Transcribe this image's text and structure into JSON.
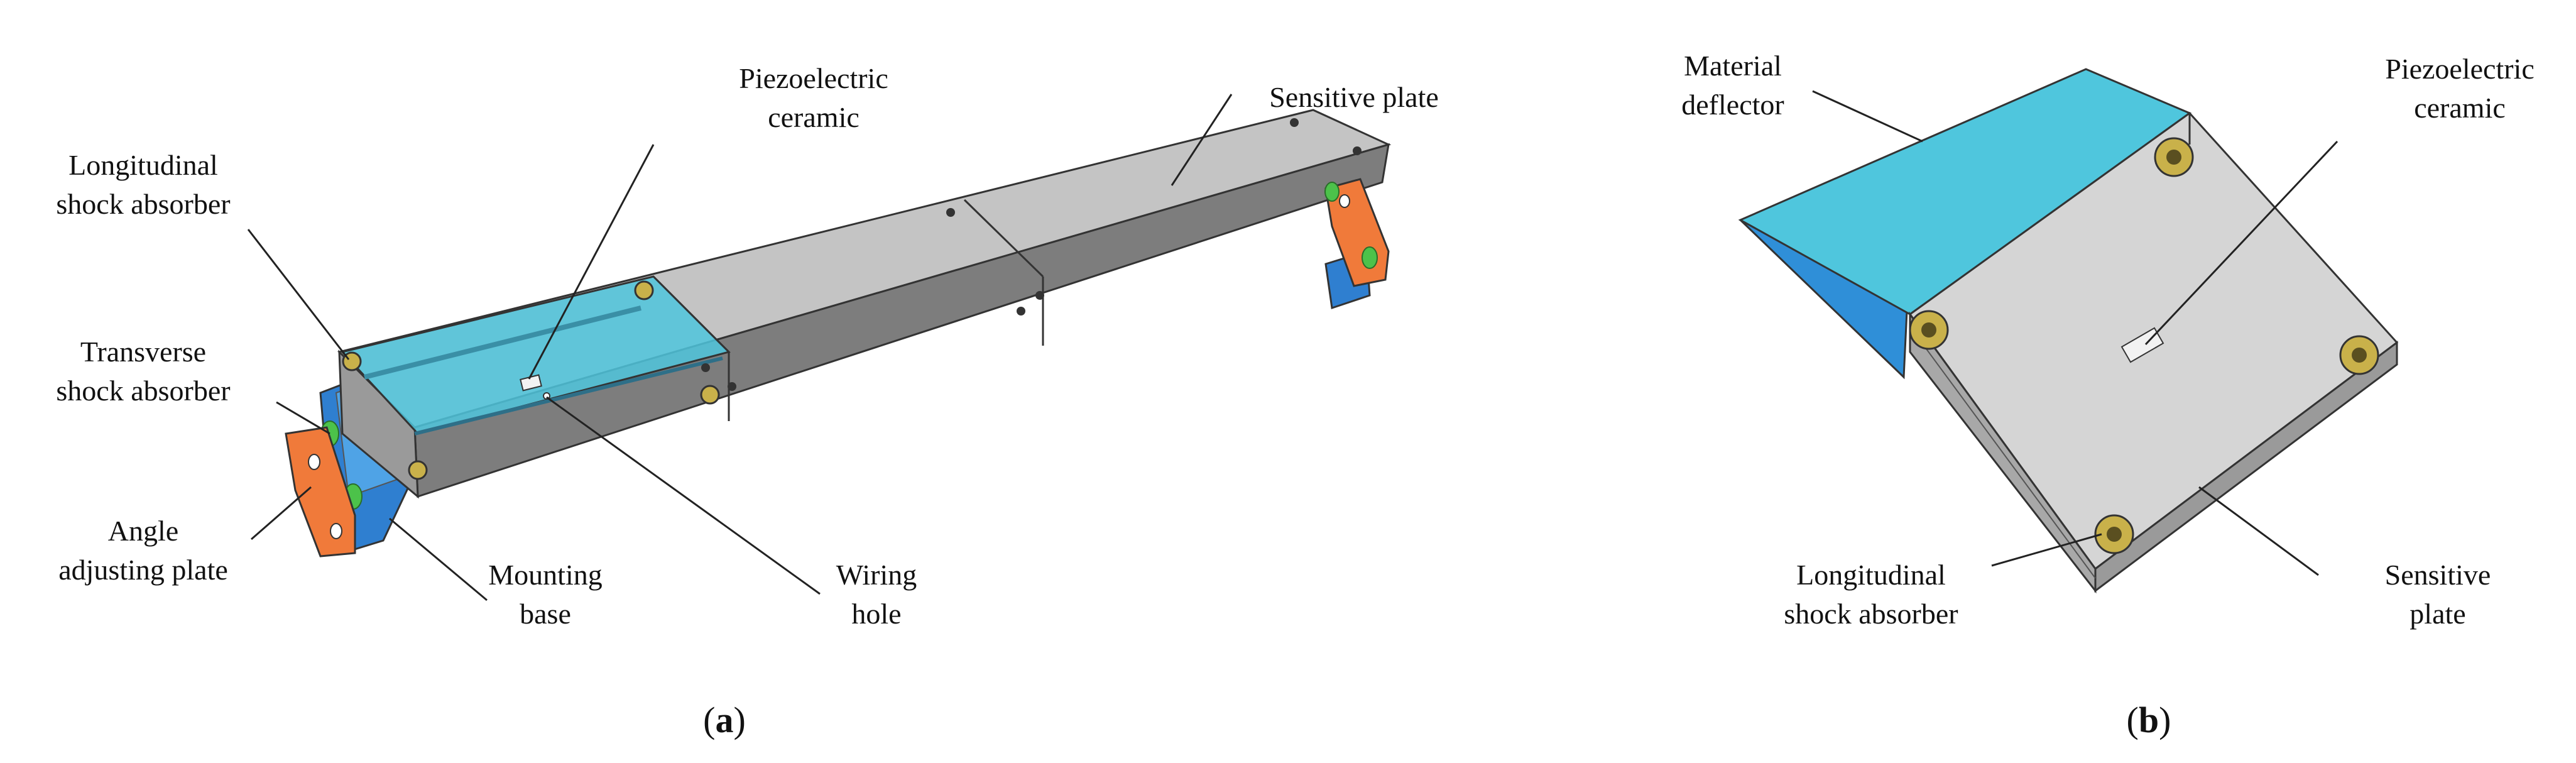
{
  "figure": {
    "panel_a": {
      "labels": {
        "piezo_line1": "Piezoelectric",
        "piezo_line2": "ceramic",
        "sensitive_plate": "Sensitive plate",
        "longitudinal_line1": "Longitudinal",
        "longitudinal_line2": "shock absorber",
        "transverse_line1": "Transverse",
        "transverse_line2": "shock absorber",
        "angle_line1": "Angle",
        "angle_line2": "adjusting plate",
        "mounting_line1": "Mounting",
        "mounting_line2": "base",
        "wiring_line1": "Wiring",
        "wiring_line2": "hole"
      },
      "caption_open": "(",
      "caption_letter": "a",
      "caption_close": ")"
    },
    "panel_b": {
      "labels": {
        "deflector_line1": "Material",
        "deflector_line2": "deflector",
        "piezo_line1": "Piezoelectric",
        "piezo_line2": "ceramic",
        "longitudinal_line1": "Longitudinal",
        "longitudinal_line2": "shock absorber",
        "sensitive_line1": "Sensitive",
        "sensitive_line2": "plate"
      },
      "caption_open": "(",
      "caption_letter": "b",
      "caption_close": ")"
    }
  },
  "colors": {
    "plate_gray": "#c4c4c4",
    "plate_side": "#7d7d7d",
    "cyan": "#4fc6dd",
    "deflector_blue": "#2f8fd8",
    "orange": "#f07a3a",
    "green": "#4cc24a",
    "yellow": "#c9b14a"
  }
}
